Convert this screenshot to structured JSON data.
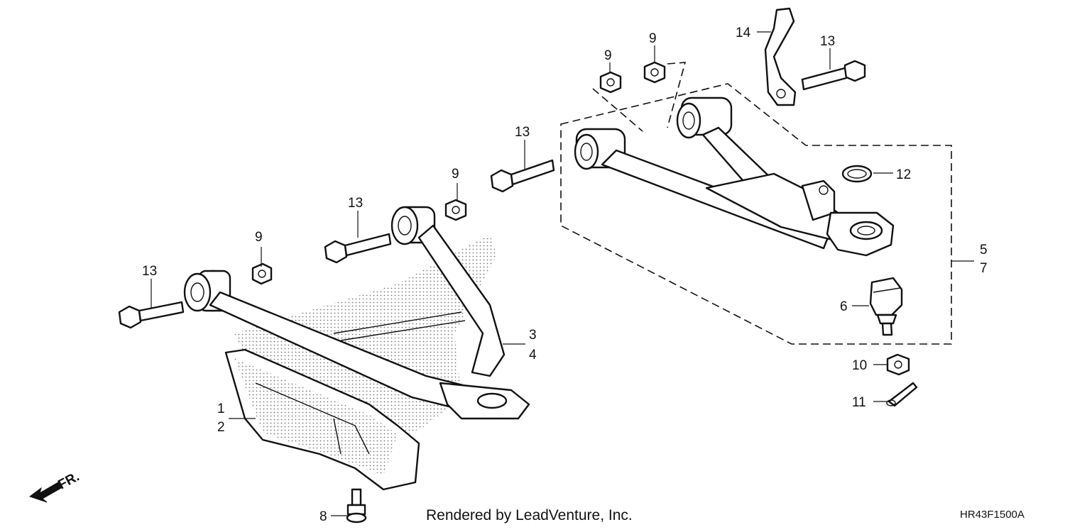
{
  "callouts": {
    "c1": "1",
    "c2": "2",
    "c3": "3",
    "c4": "4",
    "c5": "5",
    "c6": "6",
    "c7": "7",
    "c8": "8",
    "c9a": "9",
    "c9b": "9",
    "c9c": "9",
    "c9d": "9",
    "c10": "10",
    "c11": "11",
    "c12": "12",
    "c13a": "13",
    "c13b": "13",
    "c13c": "13",
    "c13d": "13",
    "c14": "14"
  },
  "direction_label": "FR.",
  "footer": {
    "credit": "Rendered by LeadVenture, Inc.",
    "diagram_code": "HR43F1500A"
  }
}
